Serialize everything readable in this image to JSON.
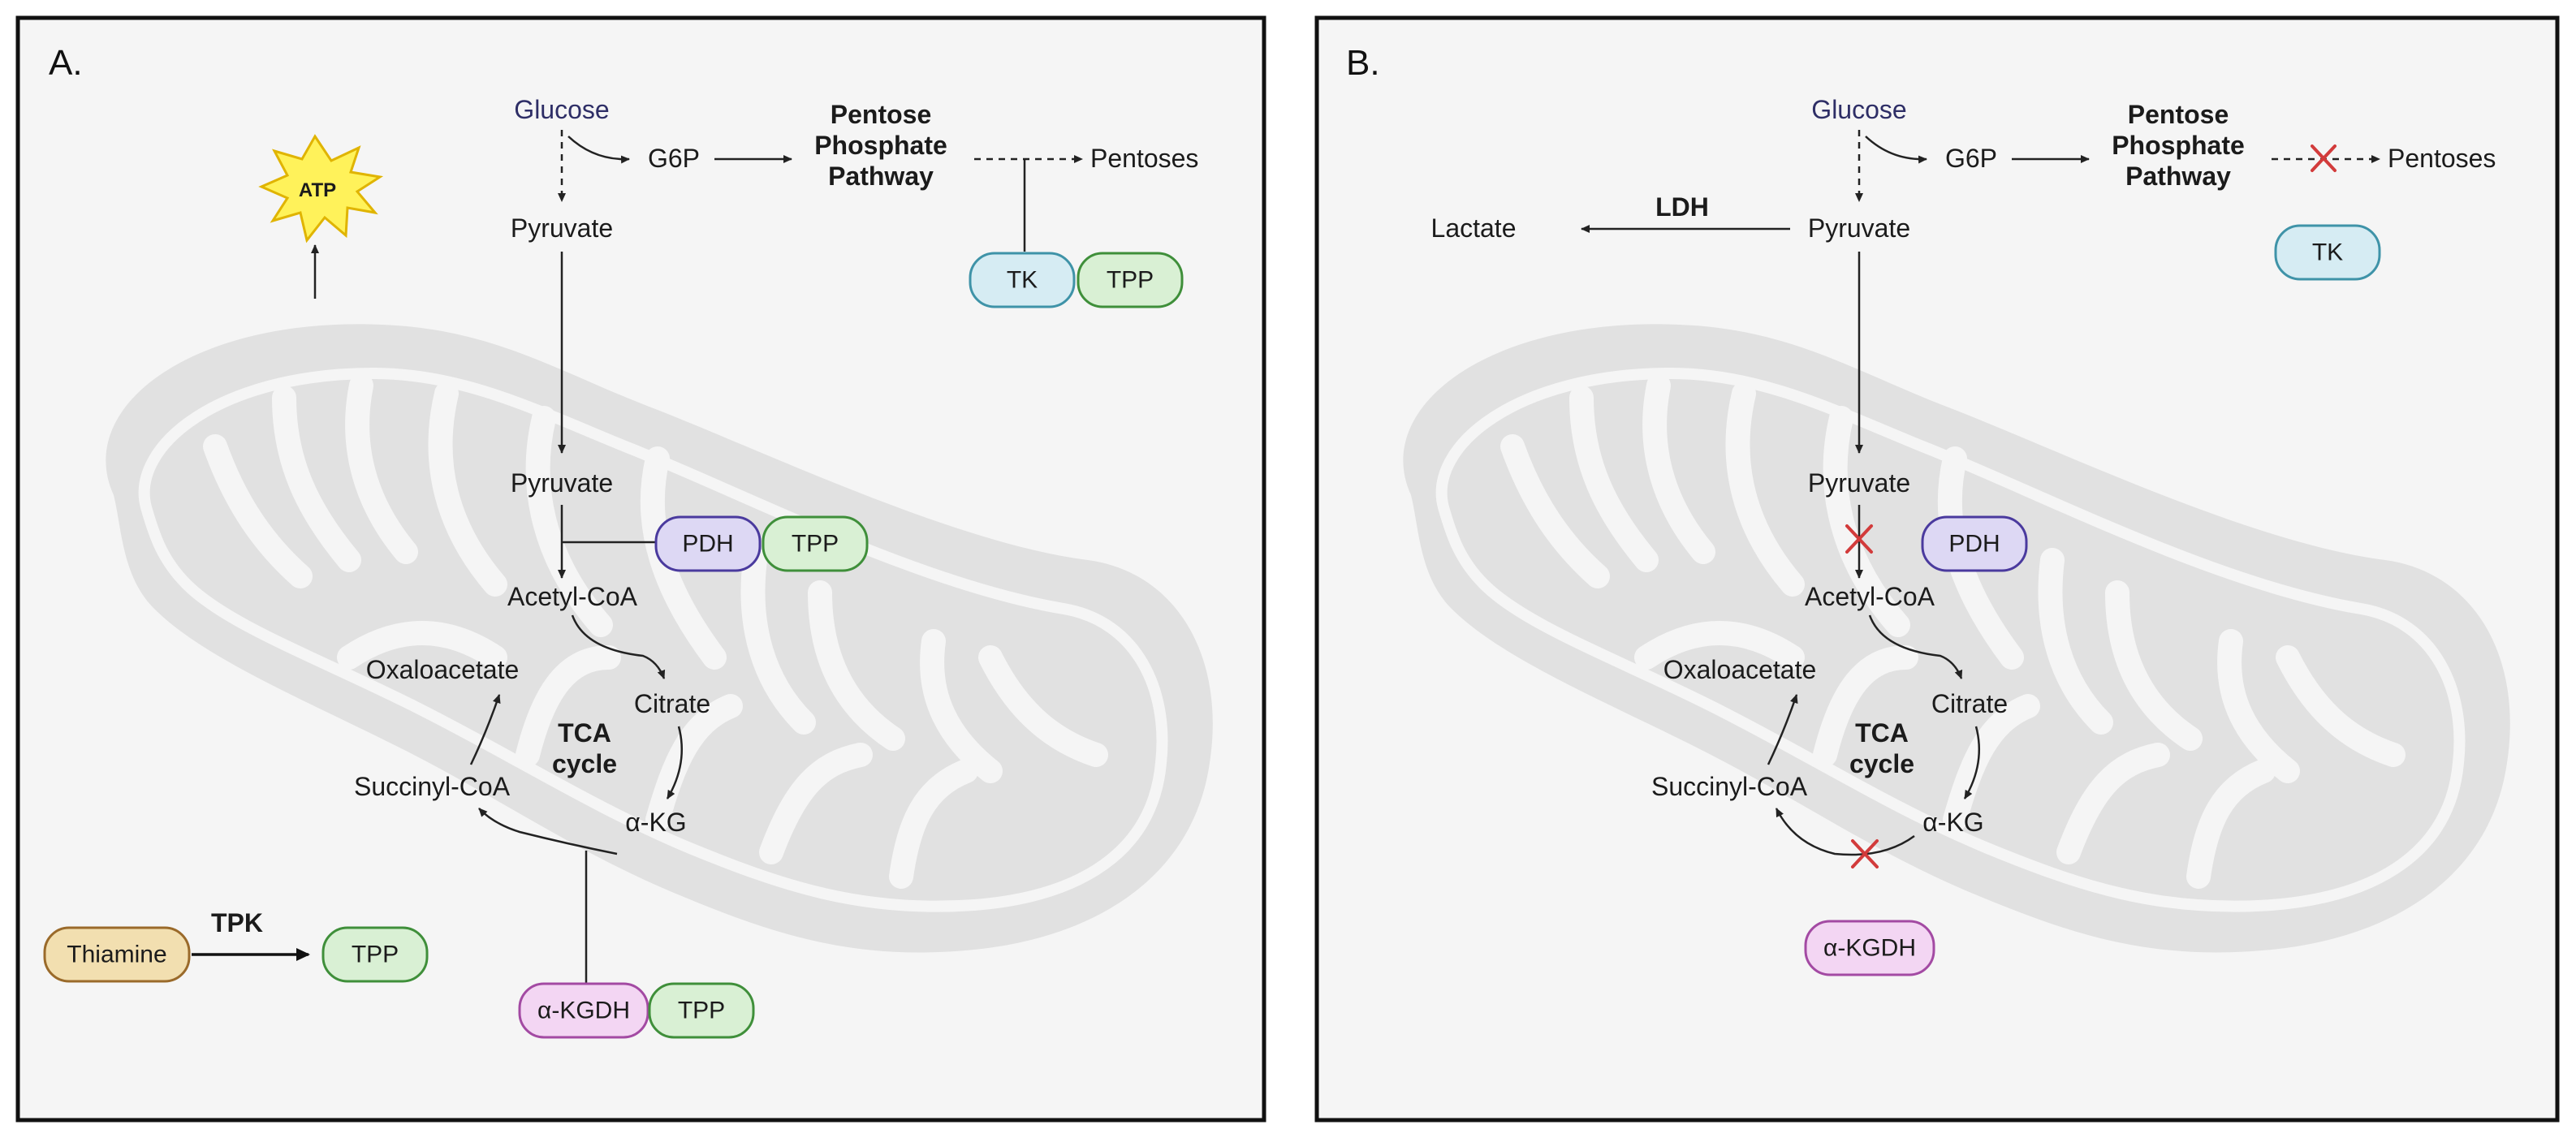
{
  "colors": {
    "mitochondrion": "#e1e1e1",
    "background": "#f5f5f5",
    "tk_fill": "#d6ecf3",
    "tk_stroke": "#3f93a8",
    "tpp_fill": "#d9f0d4",
    "tpp_stroke": "#3f8f3a",
    "pdh_fill": "#ddd8f4",
    "pdh_stroke": "#4a3a9e",
    "akgdh_fill": "#f3d6f3",
    "akgdh_stroke": "#a34aa3",
    "thiamine_fill": "#f2dfb0",
    "thiamine_stroke": "#9a6a2a",
    "atp_fill": "#fff25a",
    "atp_stroke": "#e0b400",
    "inhibition_mark": "#d23b3b"
  },
  "panel_a": {
    "letter": "A.",
    "glucose": "Glucose",
    "g6p": "G6P",
    "ppp_line1": "Pentose",
    "ppp_line2": "Phosphate",
    "ppp_line3": "Pathway",
    "pentoses": "Pentoses",
    "pyruvate_cyto": "Pyruvate",
    "atp": "ATP",
    "tk": "TK",
    "tpp_tk": "TPP",
    "pyruvate_mito": "Pyruvate",
    "pdh": "PDH",
    "tpp_pdh": "TPP",
    "acetyl_coa": "Acetyl-CoA",
    "oxaloacetate": "Oxaloacetate",
    "citrate": "Citrate",
    "tca_line1": "TCA",
    "tca_line2": "cycle",
    "succinyl_coa": "Succinyl-CoA",
    "akg": "α-KG",
    "akgdh": "α-KGDH",
    "tpp_akgdh": "TPP",
    "thiamine": "Thiamine",
    "tpk": "TPK",
    "tpp_tpk": "TPP"
  },
  "panel_b": {
    "letter": "B.",
    "glucose": "Glucose",
    "g6p": "G6P",
    "ppp_line1": "Pentose",
    "ppp_line2": "Phosphate",
    "ppp_line3": "Pathway",
    "pentoses": "Pentoses",
    "lactate": "Lactate",
    "ldh": "LDH",
    "pyruvate_cyto": "Pyruvate",
    "tk": "TK",
    "pyruvate_mito": "Pyruvate",
    "pdh": "PDH",
    "acetyl_coa": "Acetyl-CoA",
    "oxaloacetate": "Oxaloacetate",
    "citrate": "Citrate",
    "tca_line1": "TCA",
    "tca_line2": "cycle",
    "succinyl_coa": "Succinyl-CoA",
    "akg": "α-KG",
    "akgdh": "α-KGDH"
  }
}
